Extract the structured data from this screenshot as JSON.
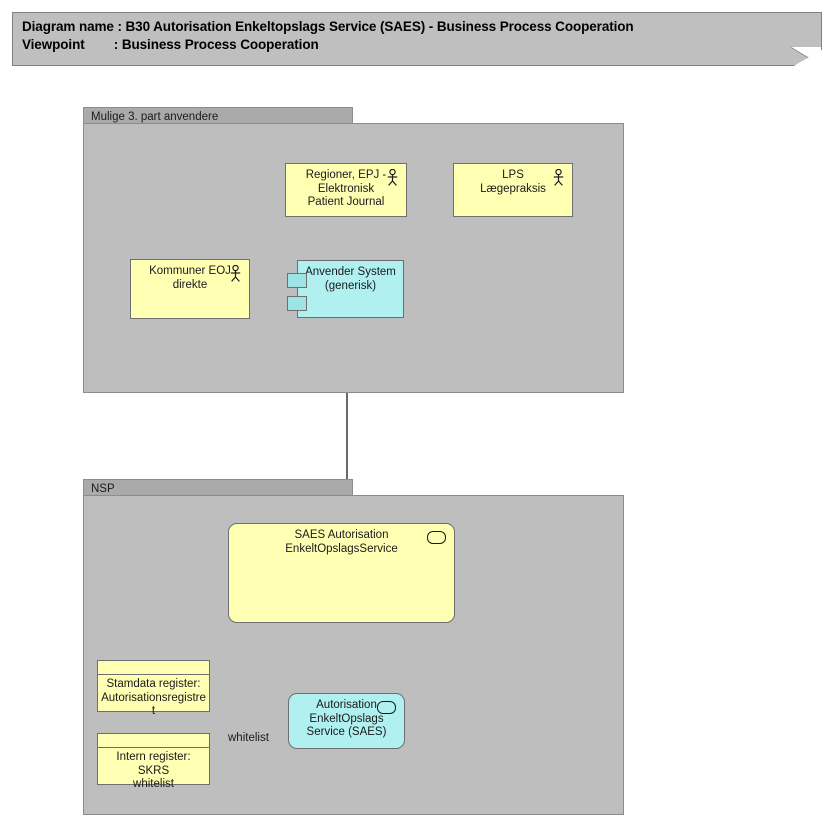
{
  "header": {
    "line1_label": "Diagram name :",
    "line1_value": "B30 Autorisation Enkeltopslags Service (SAES) - Business Process Cooperation",
    "line1_full": "Diagram name : B30 Autorisation Enkeltopslags Service (SAES) - Business Process Cooperation",
    "line2_label": "Viewpoint",
    "line2_value": "Business Process Cooperation",
    "line2_full": "Viewpoint        : Business Process Cooperation"
  },
  "groups": {
    "upper": {
      "title": "Mulige 3. part anvendere"
    },
    "lower": {
      "title": "NSP"
    }
  },
  "elements": {
    "regioner": {
      "label": "Regioner, EPJ -\nElektronisk\nPatient Journal",
      "type": "business-actor",
      "icon": "actor-icon",
      "color": "#FFFFB4"
    },
    "lps": {
      "label": "LPS\nLægepraksis",
      "type": "business-actor",
      "icon": "actor-icon",
      "color": "#FFFFB4"
    },
    "kommuner": {
      "label": "Kommuner EOJ\ndirekte",
      "type": "business-actor",
      "icon": "actor-icon",
      "color": "#FFFFB4"
    },
    "anvender": {
      "label": "Anvender System\n(generisk)",
      "type": "application-component",
      "icon": "component-icon",
      "color": "#B0F0F0"
    },
    "saes_service": {
      "label": "SAES Autorisation\nEnkeltOpslagsService",
      "type": "business-service",
      "icon": "service-icon",
      "color": "#FFFFB4"
    },
    "stamdata": {
      "label": "Stamdata register:\nAutorisationsregistre\nt",
      "type": "business-object",
      "icon": "object-icon",
      "color": "#FFFFB4"
    },
    "skrs": {
      "label": "Intern register: SKRS\nwhitelist",
      "type": "business-object",
      "icon": "object-icon",
      "color": "#FFFFB4"
    },
    "autorisation": {
      "label": "Autorisation\nEnkeltOpslags\nService (SAES)",
      "type": "application-service",
      "icon": "service-icon",
      "color": "#B0F0F0"
    }
  },
  "connections": {
    "whitelist_label": "whitelist"
  },
  "colors": {
    "group_body": "#BEBEBE",
    "group_tab": "#AAAAAA",
    "note_bg": "#BFBFBF",
    "yellow": "#FFFFB4",
    "cyan": "#B0F0F0",
    "line": "#1a1a1a",
    "border": "#6E6E6E"
  }
}
